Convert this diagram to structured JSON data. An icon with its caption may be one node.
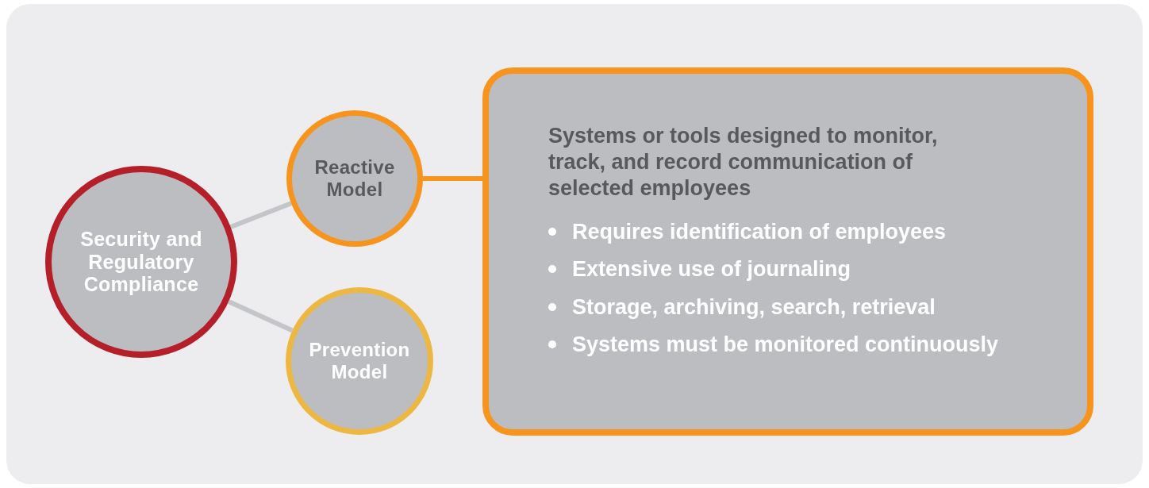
{
  "diagram": {
    "nodes": [
      {
        "text": [
          "Security and Regulatory Compliance"
        ]
      },
      {
        "text": [
          "Reactive Model"
        ]
      },
      {
        "text": [
          "Prevention Model"
        ]
      },
      {
        "text": [
          "Systems or tools designed to monitor, track, and record communication of selected employees",
          "Requires identification of employees",
          "Extensive use of journaling",
          "Storage, archiving, search, retrieval",
          "Systems must be monitored continuously"
        ]
      }
    ],
    "edges": [
      {
        "from": 0,
        "to": 1,
        "arrow": "none"
      },
      {
        "from": 0,
        "to": 2,
        "arrow": "none"
      },
      {
        "from": 1,
        "to": 3,
        "arrow": "none",
        "color": "#f7941d"
      }
    ]
  }
}
